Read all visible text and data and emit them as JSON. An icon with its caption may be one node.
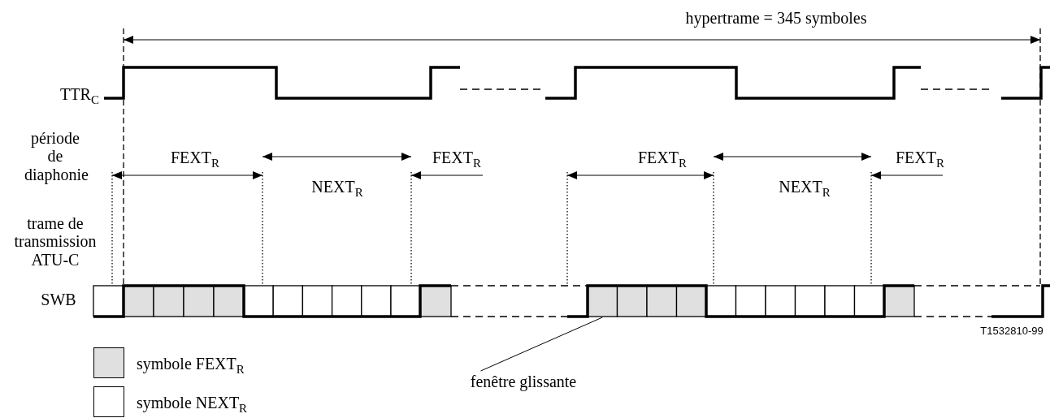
{
  "diagram": {
    "nodes": [
      {
        "text": [
          "fenêtre glissante"
        ]
      },
      {
        "text": [],
        "shape": "box"
      }
    ],
    "edges": [
      {
        "from": 0,
        "to": 1,
        "arrow": "none"
      }
    ],
    "labels": [
      "hypertrame = 345 symboles",
      "TTR$_{C}$",
      "période de diaphonie",
      "FEXT$_{R}$",
      "NEXT$_{R}$",
      "FEXT$_{R}$",
      "FEXT$_{R}$",
      "NEXT$_{R}$",
      "FEXT$_{R}$",
      "trame de transmission ATU-C",
      "SWB",
      "T1532810-99"
    ],
    "legend": [
      {
        "text": "symbole FEXT$_{R}$",
        "color": "#e0e0e0"
      },
      {
        "text": "symbole NEXT$_{R}$",
        "color": "#ffffff"
      }
    ]
  }
}
